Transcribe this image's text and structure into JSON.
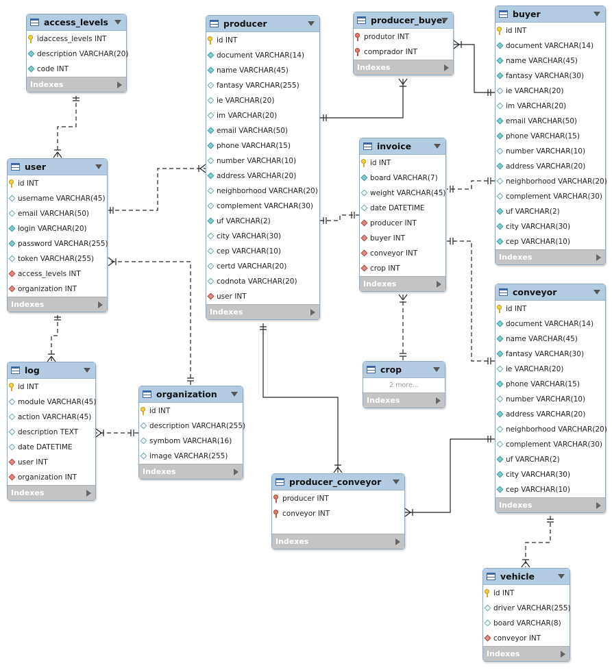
{
  "footer_label": "Indexes",
  "tables": {
    "access_levels": {
      "name": "access_levels",
      "columns": [
        {
          "label": "idaccess_levels INT",
          "kind": "pk"
        },
        {
          "label": "description VARCHAR(20)",
          "kind": "nn"
        },
        {
          "label": "code INT",
          "kind": "nn"
        }
      ]
    },
    "producer": {
      "name": "producer",
      "columns": [
        {
          "label": "id INT",
          "kind": "pk"
        },
        {
          "label": "document VARCHAR(14)",
          "kind": "nn"
        },
        {
          "label": "name VARCHAR(45)",
          "kind": "nn"
        },
        {
          "label": "fantasy VARCHAR(255)",
          "kind": "plain"
        },
        {
          "label": "ie VARCHAR(20)",
          "kind": "plain"
        },
        {
          "label": "im VARCHAR(20)",
          "kind": "plain"
        },
        {
          "label": "email VARCHAR(50)",
          "kind": "nn"
        },
        {
          "label": "phone VARCHAR(15)",
          "kind": "nn"
        },
        {
          "label": "number VARCHAR(10)",
          "kind": "plain"
        },
        {
          "label": "address VARCHAR(20)",
          "kind": "nn"
        },
        {
          "label": "neighborhood VARCHAR(20)",
          "kind": "plain"
        },
        {
          "label": "complement VARCHAR(30)",
          "kind": "plain"
        },
        {
          "label": "uf VARCHAR(2)",
          "kind": "nn"
        },
        {
          "label": "city VARCHAR(30)",
          "kind": "plain"
        },
        {
          "label": "cep VARCHAR(10)",
          "kind": "plain"
        },
        {
          "label": "certd VARCHAR(20)",
          "kind": "plain"
        },
        {
          "label": "codnota VARCHAR(20)",
          "kind": "plain"
        },
        {
          "label": "user INT",
          "kind": "fk"
        }
      ]
    },
    "producer_buyer": {
      "name": "producer_buyer",
      "columns": [
        {
          "label": "produtor INT",
          "kind": "pkfk"
        },
        {
          "label": "comprador INT",
          "kind": "pkfk"
        }
      ]
    },
    "buyer": {
      "name": "buyer",
      "columns": [
        {
          "label": "id INT",
          "kind": "pk"
        },
        {
          "label": "document VARCHAR(14)",
          "kind": "nn"
        },
        {
          "label": "name VARCHAR(45)",
          "kind": "nn"
        },
        {
          "label": "fantasy VARCHAR(30)",
          "kind": "nn"
        },
        {
          "label": "ie VARCHAR(20)",
          "kind": "plain"
        },
        {
          "label": "im VARCHAR(20)",
          "kind": "plain"
        },
        {
          "label": "email VARCHAR(50)",
          "kind": "nn"
        },
        {
          "label": "phone VARCHAR(15)",
          "kind": "nn"
        },
        {
          "label": "number VARCHAR(10)",
          "kind": "plain"
        },
        {
          "label": "address VARCHAR(20)",
          "kind": "nn"
        },
        {
          "label": "neighborhood VARCHAR(20)",
          "kind": "plain"
        },
        {
          "label": "complement VARCHAR(30)",
          "kind": "plain"
        },
        {
          "label": "uf VARCHAR(2)",
          "kind": "nn"
        },
        {
          "label": "city VARCHAR(30)",
          "kind": "nn"
        },
        {
          "label": "cep VARCHAR(10)",
          "kind": "nn"
        }
      ]
    },
    "user": {
      "name": "user",
      "columns": [
        {
          "label": "id INT",
          "kind": "pk"
        },
        {
          "label": "username VARCHAR(45)",
          "kind": "plain"
        },
        {
          "label": "email VARCHAR(50)",
          "kind": "plain"
        },
        {
          "label": "login VARCHAR(20)",
          "kind": "nn"
        },
        {
          "label": "password VARCHAR(255)",
          "kind": "nn"
        },
        {
          "label": "token VARCHAR(255)",
          "kind": "plain"
        },
        {
          "label": "access_levels INT",
          "kind": "fk"
        },
        {
          "label": "organization INT",
          "kind": "fk"
        }
      ]
    },
    "invoice": {
      "name": "invoice",
      "columns": [
        {
          "label": "id INT",
          "kind": "pk"
        },
        {
          "label": "board VARCHAR(7)",
          "kind": "nn"
        },
        {
          "label": "weight VARCHAR(45)",
          "kind": "plain"
        },
        {
          "label": "date DATETIME",
          "kind": "plain"
        },
        {
          "label": "producer INT",
          "kind": "fk"
        },
        {
          "label": "buyer INT",
          "kind": "fk"
        },
        {
          "label": "conveyor INT",
          "kind": "fk"
        },
        {
          "label": "crop INT",
          "kind": "fk"
        }
      ]
    },
    "conveyor": {
      "name": "conveyor",
      "columns": [
        {
          "label": "id INT",
          "kind": "pk"
        },
        {
          "label": "document VARCHAR(14)",
          "kind": "nn"
        },
        {
          "label": "name VARCHAR(45)",
          "kind": "nn"
        },
        {
          "label": "fantasy VARCHAR(30)",
          "kind": "nn"
        },
        {
          "label": "ie VARCHAR(20)",
          "kind": "plain"
        },
        {
          "label": "phone VARCHAR(15)",
          "kind": "nn"
        },
        {
          "label": "number VARCHAR(10)",
          "kind": "plain"
        },
        {
          "label": "address VARCHAR(20)",
          "kind": "nn"
        },
        {
          "label": "neighborhood VARCHAR(20)",
          "kind": "plain"
        },
        {
          "label": "complement VARCHAR(30)",
          "kind": "plain"
        },
        {
          "label": "uf VARCHAR(2)",
          "kind": "nn"
        },
        {
          "label": "city VARCHAR(30)",
          "kind": "nn"
        },
        {
          "label": "cep VARCHAR(10)",
          "kind": "nn"
        }
      ]
    },
    "log": {
      "name": "log",
      "columns": [
        {
          "label": "id INT",
          "kind": "pk"
        },
        {
          "label": "module VARCHAR(45)",
          "kind": "plain"
        },
        {
          "label": "action VARCHAR(45)",
          "kind": "plain"
        },
        {
          "label": "description TEXT",
          "kind": "plain"
        },
        {
          "label": "date DATETIME",
          "kind": "plain"
        },
        {
          "label": "user INT",
          "kind": "fk"
        },
        {
          "label": "organization INT",
          "kind": "fk"
        }
      ]
    },
    "organization": {
      "name": "organization",
      "columns": [
        {
          "label": "id INT",
          "kind": "pk"
        },
        {
          "label": "description VARCHAR(255)",
          "kind": "plain"
        },
        {
          "label": "symbom VARCHAR(16)",
          "kind": "plain"
        },
        {
          "label": "image VARCHAR(255)",
          "kind": "plain"
        }
      ]
    },
    "crop": {
      "name": "crop",
      "more_label": "2 more...",
      "columns": []
    },
    "producer_conveyor": {
      "name": "producer_conveyor",
      "columns": [
        {
          "label": "producer INT",
          "kind": "pkfk"
        },
        {
          "label": "conveyor INT",
          "kind": "pkfk"
        }
      ]
    },
    "vehicle": {
      "name": "vehicle",
      "columns": [
        {
          "label": "id INT",
          "kind": "pk"
        },
        {
          "label": "driver VARCHAR(255)",
          "kind": "plain"
        },
        {
          "label": "board VARCHAR(8)",
          "kind": "plain"
        },
        {
          "label": "conveyor INT",
          "kind": "fk"
        }
      ]
    }
  },
  "relationships": [
    {
      "from": "access_levels",
      "to": "user",
      "style": "dashed"
    },
    {
      "from": "user",
      "to": "producer",
      "style": "dashed"
    },
    {
      "from": "organization",
      "to": "user",
      "style": "dashed"
    },
    {
      "from": "user",
      "to": "log",
      "style": "dashed"
    },
    {
      "from": "organization",
      "to": "log",
      "style": "dashed"
    },
    {
      "from": "producer",
      "to": "producer_buyer",
      "style": "solid"
    },
    {
      "from": "buyer",
      "to": "producer_buyer",
      "style": "solid"
    },
    {
      "from": "producer",
      "to": "invoice",
      "style": "dashed"
    },
    {
      "from": "buyer",
      "to": "invoice",
      "style": "dashed"
    },
    {
      "from": "conveyor",
      "to": "invoice",
      "style": "dashed"
    },
    {
      "from": "crop",
      "to": "invoice",
      "style": "dashed"
    },
    {
      "from": "producer",
      "to": "producer_conveyor",
      "style": "solid"
    },
    {
      "from": "conveyor",
      "to": "producer_conveyor",
      "style": "solid"
    },
    {
      "from": "conveyor",
      "to": "vehicle",
      "style": "dashed"
    }
  ]
}
